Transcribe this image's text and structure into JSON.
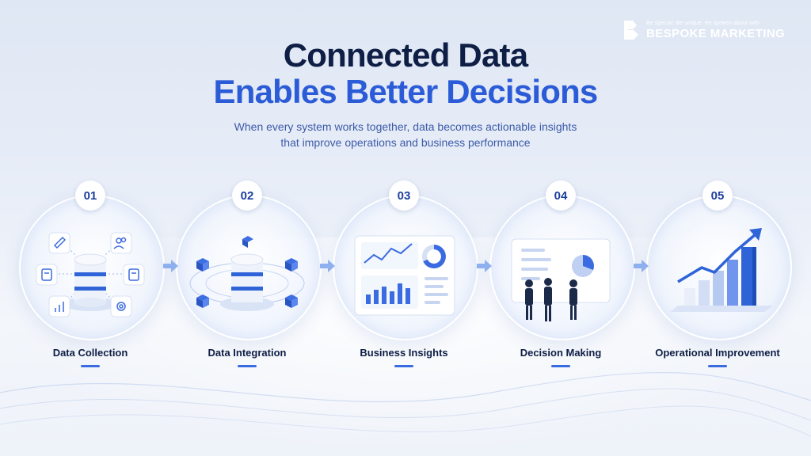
{
  "brand": {
    "tagline": "Be special. Be unique. Be spoken about with",
    "name": "BESPOKE MARKETING"
  },
  "header": {
    "title_line1": "Connected Data",
    "title_line2": "Enables Better Decisions",
    "subtitle_line1": "When every system works together, data becomes actionable insights",
    "subtitle_line2": "that improve operations and business performance"
  },
  "steps": [
    {
      "number": "01",
      "label": "Data Collection",
      "icon": "database-hub-icon"
    },
    {
      "number": "02",
      "label": "Data Integration",
      "icon": "database-integration-icon"
    },
    {
      "number": "03",
      "label": "Business Insights",
      "icon": "dashboard-icon"
    },
    {
      "number": "04",
      "label": "Decision Making",
      "icon": "team-presentation-icon"
    },
    {
      "number": "05",
      "label": "Operational Improvement",
      "icon": "growth-chart-icon"
    }
  ],
  "colors": {
    "navy": "#0e1e45",
    "accent_blue": "#2b5bd7",
    "subtitle_blue": "#3b5aa8"
  }
}
